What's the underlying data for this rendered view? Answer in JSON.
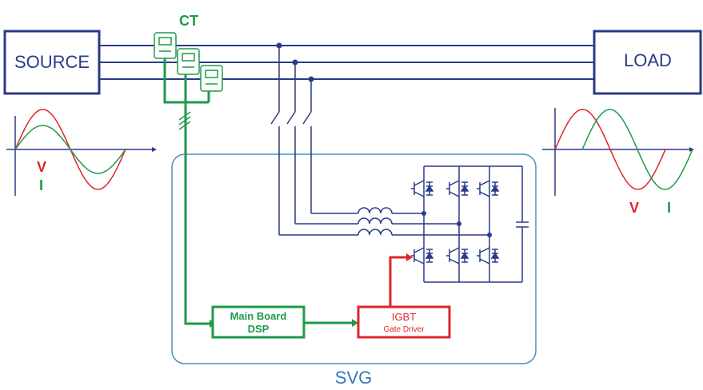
{
  "source": {
    "label": "SOURCE"
  },
  "load": {
    "label": "LOAD"
  },
  "ct": {
    "label": "CT"
  },
  "svg_region": {
    "label": "SVG"
  },
  "main_board": {
    "line1": "Main Board",
    "line2": "DSP"
  },
  "igbt": {
    "line1": "IGBT",
    "line2": "Gate Driver"
  },
  "waveform_source": {
    "v_label": "V",
    "i_label": "I"
  },
  "waveform_load": {
    "v_label": "V",
    "i_label": "I"
  },
  "colors": {
    "navy": "#2a3a87",
    "signal_green": "#1e9a4a",
    "drive_red": "#e0242b",
    "svg_outline": "#4f8fc0",
    "wave_red": "#e0242b",
    "wave_green": "#1e9a4a"
  }
}
